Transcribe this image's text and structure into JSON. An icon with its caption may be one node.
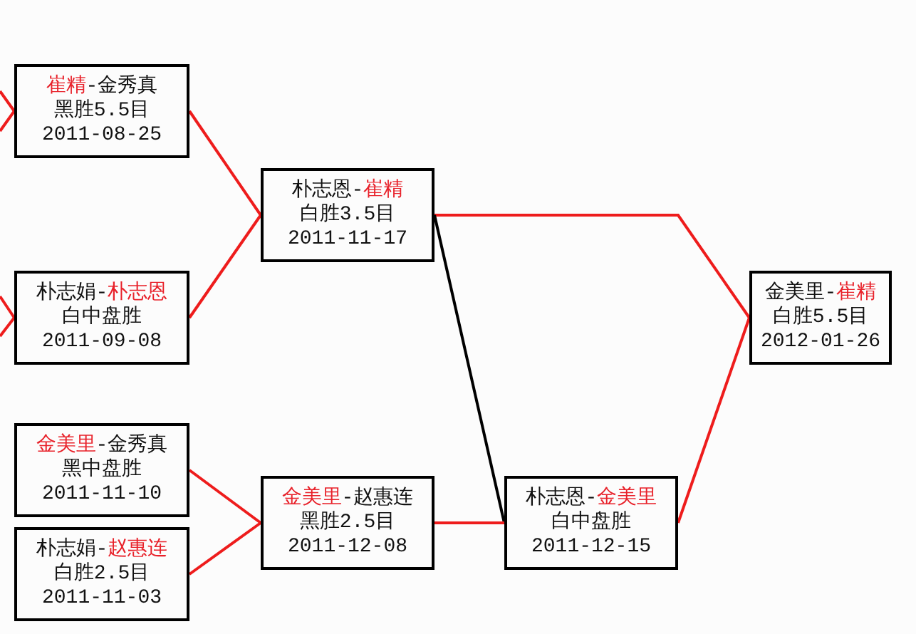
{
  "diagram": {
    "nodes": [
      {
        "text": [
          "**崔精**-金秀真",
          "黑胜5.5目",
          "2011-08-25"
        ]
      },
      {
        "text": [
          "朴志娟-**朴志恩**",
          "白中盘胜",
          "2011-09-08"
        ]
      },
      {
        "text": [
          "朴志恩-**崔精**",
          "白胜3.5目",
          "2011-11-17"
        ]
      },
      {
        "text": [
          "**金美里**-金秀真",
          "黑中盘胜",
          "2011-11-10"
        ]
      },
      {
        "text": [
          "朴志娟-**赵惠连**",
          "白胜2.5目",
          "2011-11-03"
        ]
      },
      {
        "text": [
          "**金美里**-赵惠连",
          "黑胜2.5目",
          "2011-12-08"
        ]
      },
      {
        "text": [
          "朴志恩-**金美里**",
          "白中盘胜",
          "2011-12-15"
        ]
      },
      {
        "text": [
          "金美里-**崔精**",
          "白胜5.5目",
          "2012-01-26"
        ]
      }
    ],
    "edges": [
      {
        "from": null,
        "to": 0,
        "arrow": "none"
      },
      {
        "from": null,
        "to": 0,
        "arrow": "none"
      },
      {
        "from": null,
        "to": 1,
        "arrow": "none"
      },
      {
        "from": null,
        "to": 1,
        "arrow": "none"
      },
      {
        "from": 0,
        "to": 2,
        "arrow": "none"
      },
      {
        "from": 1,
        "to": 2,
        "arrow": "none"
      },
      {
        "from": 3,
        "to": 5,
        "arrow": "none"
      },
      {
        "from": 4,
        "to": 5,
        "arrow": "none"
      },
      {
        "from": 2,
        "to": 7,
        "arrow": "none"
      },
      {
        "from": 2,
        "to": 6,
        "arrow": "none",
        "color": "#000000"
      },
      {
        "from": 5,
        "to": 6,
        "arrow": "none"
      },
      {
        "from": 6,
        "to": 7,
        "arrow": "none"
      }
    ]
  }
}
